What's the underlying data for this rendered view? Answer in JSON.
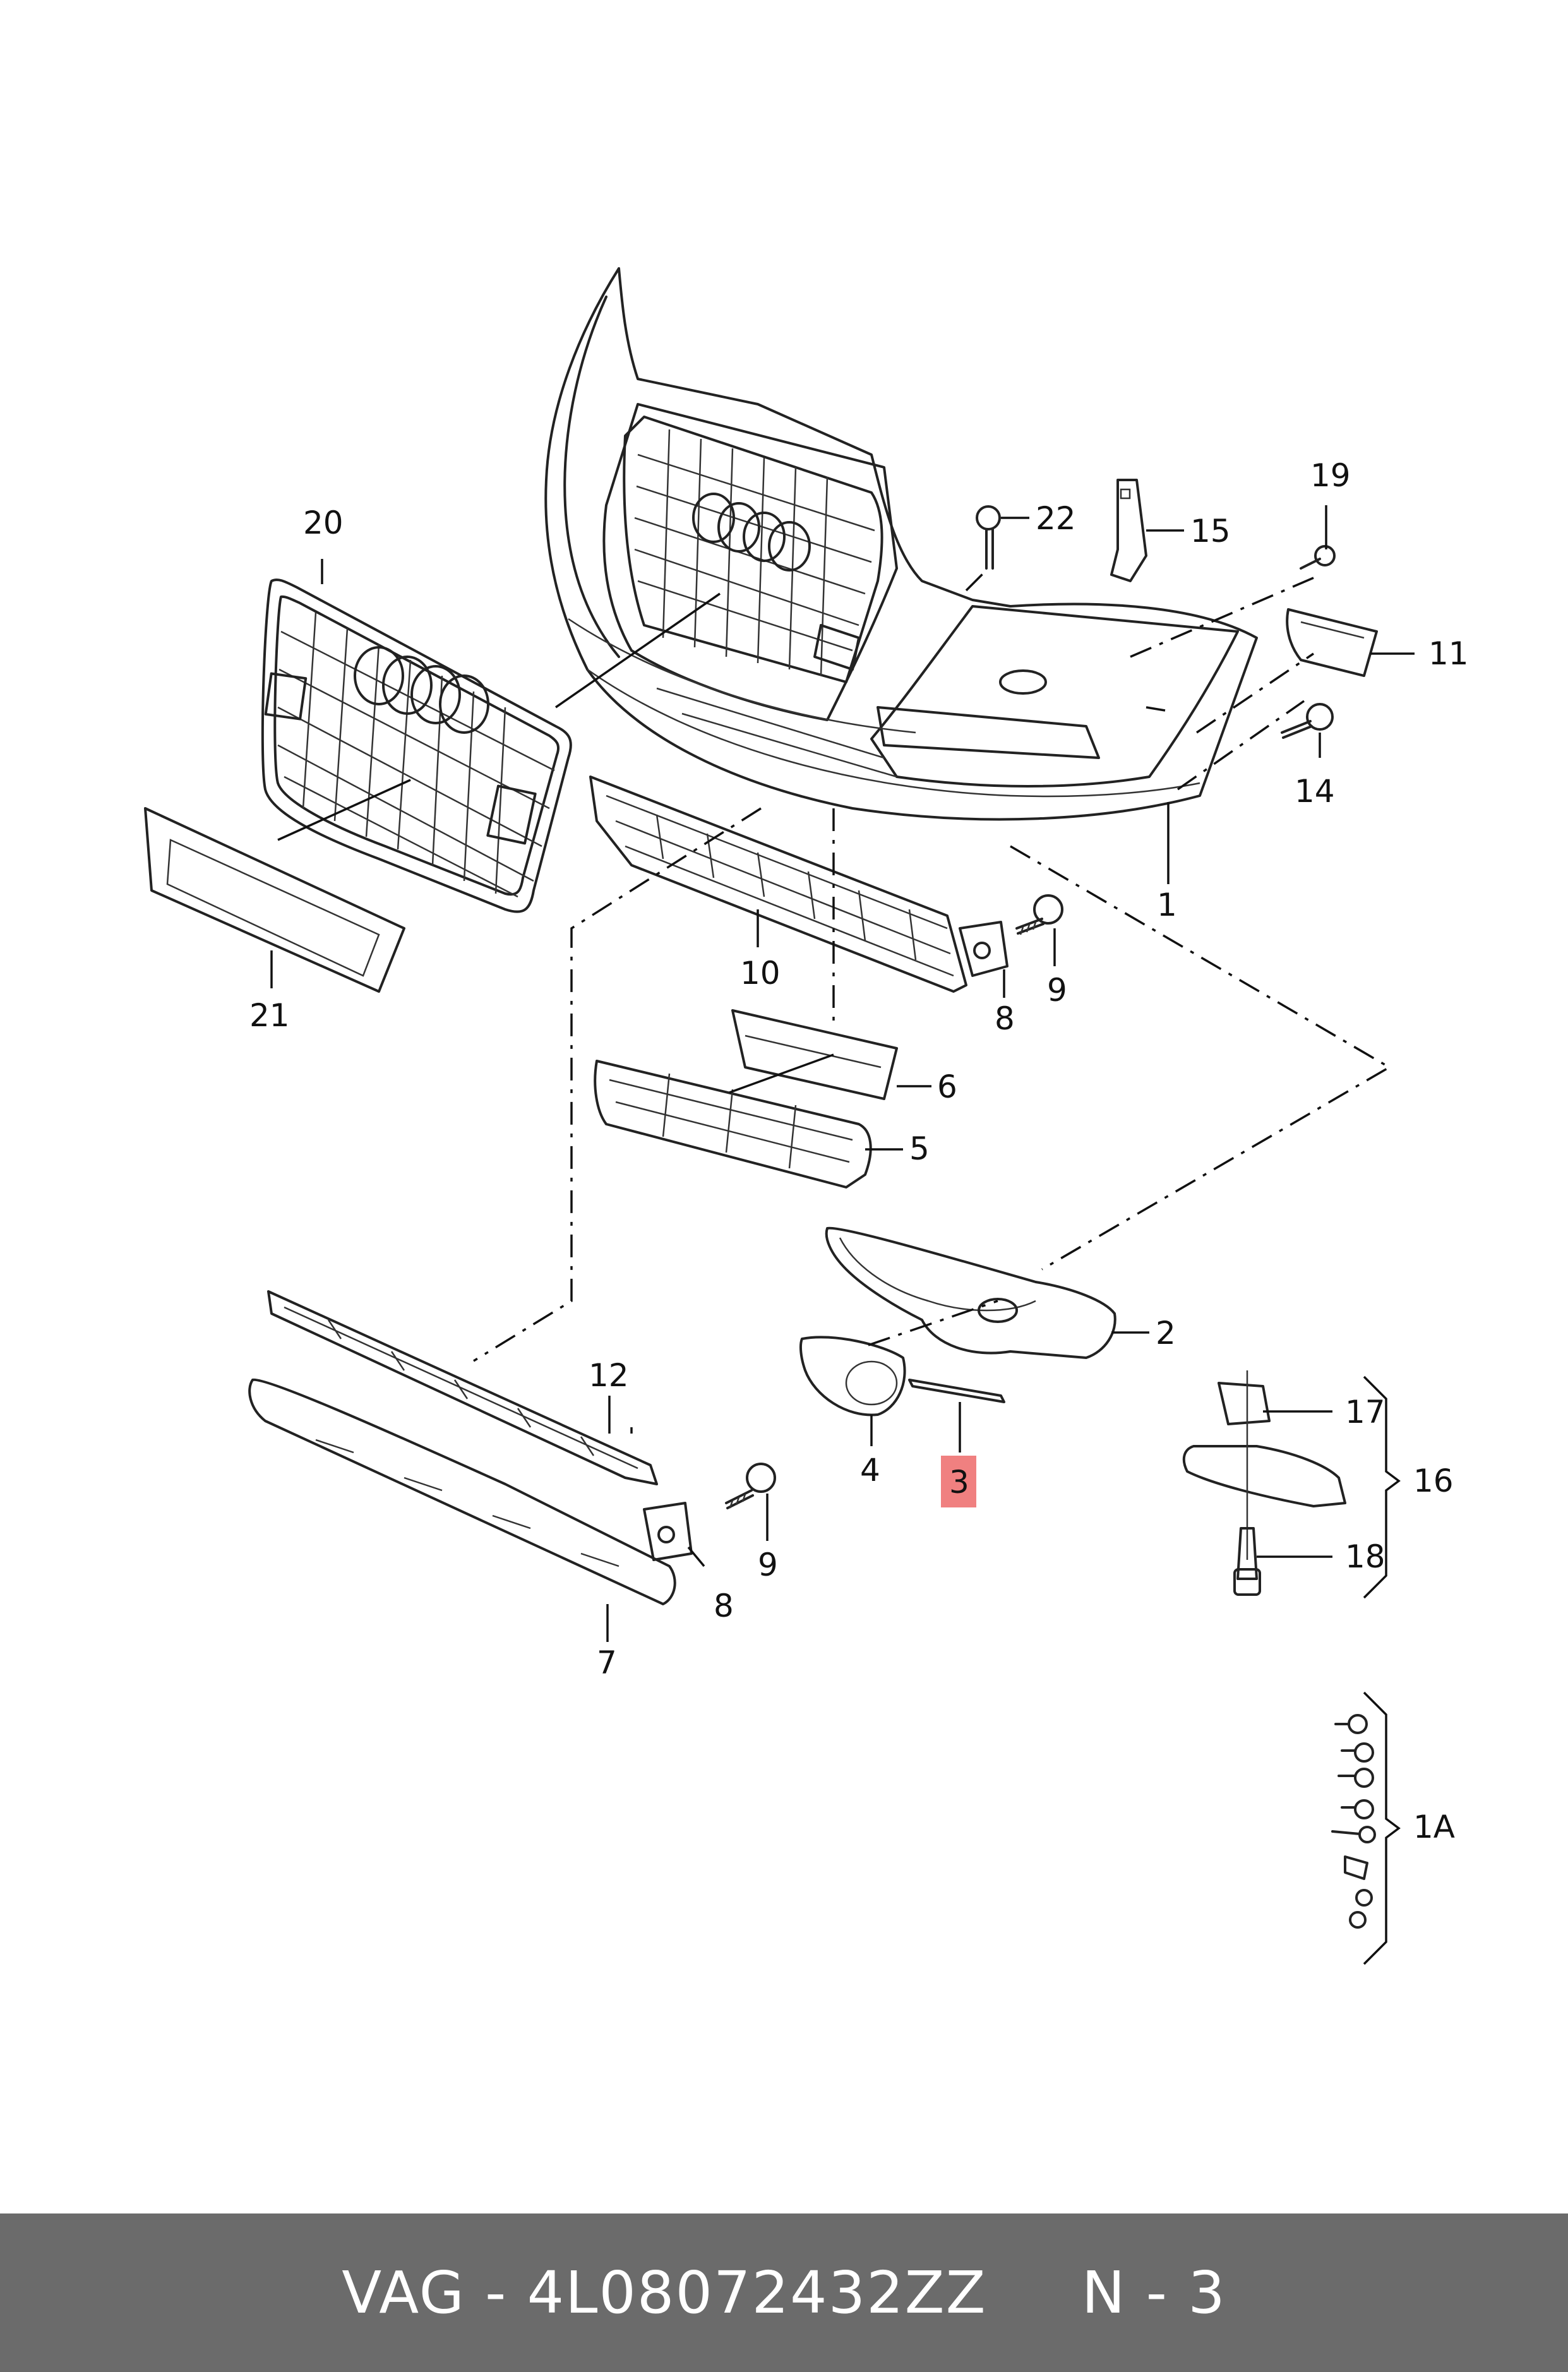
{
  "callouts": [
    {
      "id": "1",
      "label": "1"
    },
    {
      "id": "2",
      "label": "2"
    },
    {
      "id": "3",
      "label": "3",
      "highlight": true
    },
    {
      "id": "4",
      "label": "4"
    },
    {
      "id": "5",
      "label": "5"
    },
    {
      "id": "6",
      "label": "6"
    },
    {
      "id": "7",
      "label": "7"
    },
    {
      "id": "8a",
      "label": "8"
    },
    {
      "id": "8b",
      "label": "8"
    },
    {
      "id": "9a",
      "label": "9"
    },
    {
      "id": "9b",
      "label": "9"
    },
    {
      "id": "10",
      "label": "10"
    },
    {
      "id": "11",
      "label": "11"
    },
    {
      "id": "12",
      "label": "12"
    },
    {
      "id": "14",
      "label": "14"
    },
    {
      "id": "15",
      "label": "15"
    },
    {
      "id": "16",
      "label": "16"
    },
    {
      "id": "17",
      "label": "17"
    },
    {
      "id": "18",
      "label": "18"
    },
    {
      "id": "19",
      "label": "19"
    },
    {
      "id": "20",
      "label": "20"
    },
    {
      "id": "21",
      "label": "21"
    },
    {
      "id": "22",
      "label": "22"
    },
    {
      "id": "1A",
      "label": "1A"
    }
  ],
  "colors": {
    "highlight": "#f08080",
    "footer_bg": "#6b6b6b",
    "footer_text": "#ffffff"
  },
  "footer": {
    "brand_part": "VAG - 4L08072432ZZ",
    "position": "N - 3"
  }
}
